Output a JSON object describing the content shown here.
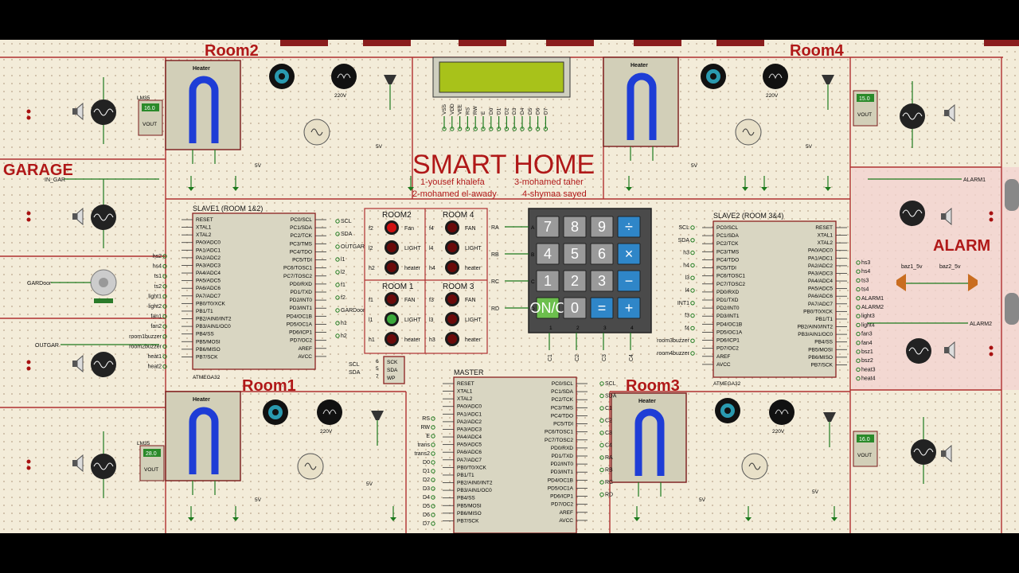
{
  "title": {
    "main": "SMART HOME",
    "authors": [
      "1-yousef khalefa",
      "3-mohamed taher",
      "2-mohamed el-awady",
      "4-shymaa sayed"
    ]
  },
  "rooms": {
    "room2": "Room2",
    "room4": "Room4",
    "room1": "Room1",
    "room3": "Room3",
    "garage": "GARAGE",
    "alarm": "ALARM"
  },
  "heater_label": "Heater",
  "lcd": {
    "pins": [
      "VSS",
      "VDD",
      "VEE",
      "RS",
      "RW",
      "E",
      "D0",
      "D1",
      "D2",
      "D3",
      "D4",
      "D5",
      "D6",
      "D7"
    ]
  },
  "slave1": {
    "title": "SLAVE1 (ROOM 1&2)",
    "part": "ATMEGA32",
    "left_pins": [
      "RESET",
      "XTAL1",
      "XTAL2",
      "PA0/ADC0",
      "PA1/ADC1",
      "PA2/ADC2",
      "PA3/ADC3",
      "PA4/ADC4",
      "PA5/ADC5",
      "PA6/ADC6",
      "PA7/ADC7",
      "PB0/T0/XCK",
      "PB1/T1",
      "PB2/AIN0/INT2",
      "PB3/AIN1/OC0",
      "PB4/SS",
      "PB5/MOSI",
      "PB6/MISO",
      "PB7/SCK"
    ],
    "right_pins": [
      "PC0/SCL",
      "PC1/SDA",
      "PC2/TCK",
      "PC3/TMS",
      "PC4/TDO",
      "PC5/TDI",
      "PC6/TOSC1",
      "PC7/TOSC2",
      "PD0/RXD",
      "PD1/TXD",
      "PD2/INT0",
      "PD3/INT1",
      "PD4/OC1B",
      "PD5/OC1A",
      "PD6/ICP1",
      "PD7/OC2",
      "AREF",
      "AVCC"
    ],
    "left_nets": [
      "hs2",
      "hs4",
      "ts1",
      "ts2",
      "light1",
      "light2",
      "fan1",
      "fan2",
      "room1buzzer",
      "room2buzzer",
      "heat1",
      "heat2"
    ],
    "right_nets": [
      "SCL",
      "SDA",
      "OUTGAR",
      "l1",
      "l2",
      "f1",
      "f2",
      "GARDoor",
      "h1",
      "h2"
    ]
  },
  "slave2": {
    "title": "SLAVE2 (ROOM 3&4)",
    "part": "ATMEGA32",
    "left_pins": [
      "PC0/SCL",
      "PC1/SDA",
      "PC2/TCK",
      "PC3/TMS",
      "PC4/TDO",
      "PC5/TDI",
      "PC6/TOSC1",
      "PC7/TOSC2",
      "PD0/RXD",
      "PD1/TXD",
      "PD2/INT0",
      "PD3/INT1",
      "PD4/OC1B",
      "PD5/OC1A",
      "PD6/ICP1",
      "PD7/OC2",
      "AREF",
      "AVCC"
    ],
    "right_pins": [
      "RESET",
      "XTAL1",
      "XTAL2",
      "PA0/ADC0",
      "PA1/ADC1",
      "PA2/ADC2",
      "PA3/ADC3",
      "PA4/ADC4",
      "PA5/ADC5",
      "PA6/ADC6",
      "PA7/ADC7",
      "PB0/T0/XCK",
      "PB1/T1",
      "PB2/AIN0/INT2",
      "PB3/AIN1/OC0",
      "PB4/SS",
      "PB5/MOSI",
      "PB6/MISO",
      "PB7/SCK"
    ],
    "left_nets": [
      "SCL",
      "SDA",
      "h3",
      "h4",
      "l3",
      "l4",
      "INT1",
      "f3",
      "f4",
      "room3buzzer",
      "room4buzzer"
    ],
    "right_nets": [
      "hs3",
      "hs4",
      "ts3",
      "ts4",
      "ALARM1",
      "ALARM2",
      "light3",
      "light4",
      "fan3",
      "fan4",
      "bsz1",
      "bsz2",
      "heat3",
      "heat4"
    ]
  },
  "master": {
    "title": "MASTER",
    "left_pins": [
      "RESET",
      "XTAL1",
      "XTAL2",
      "PA0/ADC0",
      "PA1/ADC1",
      "PA2/ADC2",
      "PA3/ADC3",
      "PA4/ADC4",
      "PA5/ADC5",
      "PA6/ADC6",
      "PA7/ADC7",
      "PB0/T0/XCK",
      "PB1/T1",
      "PB2/AIN0/INT2",
      "PB3/AIN1/OC0",
      "PB4/SS",
      "PB5/MOSI",
      "PB6/MISO",
      "PB7/SCK"
    ],
    "right_pins": [
      "PC0/SCL",
      "PC1/SDA",
      "PC2/TCK",
      "PC3/TMS",
      "PC4/TDO",
      "PC5/TDI",
      "PC6/TOSC1",
      "PC7/TOSC2",
      "PD0/RXD",
      "PD1/TXD",
      "PD2/INT0",
      "PD3/INT1",
      "PD4/OC1B",
      "PD5/OC1A",
      "PD6/ICP1",
      "PD7/OC2",
      "AREF",
      "AVCC"
    ],
    "left_nets": [
      "RS",
      "RW",
      "E",
      "trans",
      "trans2",
      "D0",
      "D1",
      "D2",
      "D3",
      "D4",
      "D5",
      "D6",
      "D7"
    ],
    "right_nets": [
      "SCL",
      "SDA",
      "C1",
      "C2",
      "C3",
      "C4",
      "RA",
      "RB",
      "RC",
      "RD"
    ]
  },
  "indicators": {
    "groups": [
      {
        "name": "ROOM2",
        "items": [
          "Fan",
          "LIGHT",
          "heater"
        ],
        "nets": [
          "f2",
          "l2",
          "h2"
        ]
      },
      {
        "name": "ROOM 4",
        "items": [
          "FAN",
          "LIGHT",
          "heater"
        ],
        "nets": [
          "f4",
          "l4",
          "h4"
        ]
      },
      {
        "name": "ROOM 1",
        "items": [
          "FAN",
          "LIGHT",
          "heater"
        ],
        "nets": [
          "f1",
          "l1",
          "h1"
        ]
      },
      {
        "name": "ROOM 3",
        "items": [
          "FAN",
          "LIGHT",
          "heater"
        ],
        "nets": [
          "f3",
          "l3",
          "h3"
        ]
      }
    ]
  },
  "keypad": {
    "rows": [
      [
        "7",
        "8",
        "9",
        "÷"
      ],
      [
        "4",
        "5",
        "6",
        "×"
      ],
      [
        "1",
        "2",
        "3",
        "−"
      ],
      [
        "ON/C",
        "0",
        "=",
        "+"
      ]
    ],
    "row_labels": [
      "A",
      "B",
      "C",
      "D"
    ],
    "col_labels": [
      "1",
      "2",
      "3",
      "4"
    ],
    "row_nets": [
      "RA",
      "RB",
      "RC",
      "RD"
    ],
    "col_nets": [
      "C1",
      "C2",
      "C3",
      "C4"
    ]
  },
  "eeprom": {
    "pins": [
      "SCK",
      "SDA",
      "WP"
    ],
    "nets": [
      "SCL",
      "SDA"
    ],
    "numbers": [
      "6",
      "5",
      "7"
    ]
  },
  "sensors": {
    "lm35_label": "LM35",
    "lm35_values": [
      "16.0",
      "15.0",
      "28.0",
      "16.0"
    ],
    "vout_label": "VOUT"
  },
  "misc_labels": {
    "in_gar": "IN_GAR",
    "gardoor": "GARDoor",
    "outgar": "OUTGAR",
    "v220": "220V",
    "v5": "5V",
    "alarm1": "ALARM1",
    "alarm2": "ALARM2",
    "baz1": "baz1_5v",
    "baz2": "baz2_5v"
  },
  "colors": {
    "background": "#f3ecd9",
    "wire": "#1d7a1d",
    "sheet_border": "#b03030",
    "chip_fill": "#d9d6c2",
    "title_red": "#b01818",
    "lcd_green": "#a8c21a",
    "keypad_gray": "#9a9a9a",
    "keypad_blue": "#2f86c8",
    "keypad_green": "#6cbf4d",
    "led_red": "#a81010",
    "led_green": "#3aa83a",
    "heater_blue": "#1e3dd6",
    "alarm_zone": "#f3d3d0"
  }
}
